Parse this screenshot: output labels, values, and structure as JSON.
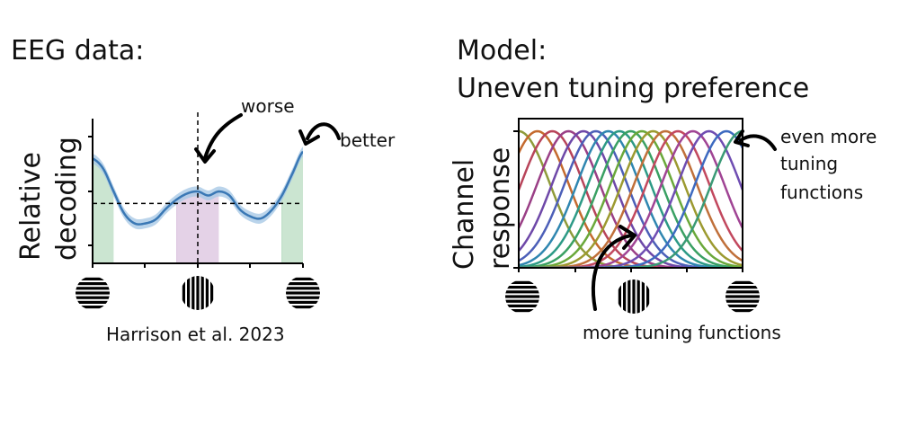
{
  "titles": {
    "left": "EEG data:",
    "right_line1": "Model:",
    "right_line2": "Uneven tuning preference"
  },
  "left_panel": {
    "ylabel_line1": "Relative",
    "ylabel_line2": "decoding",
    "caption": "Harrison et al. 2023",
    "annotation_worse": "worse",
    "annotation_better": "better"
  },
  "right_panel": {
    "ylabel_line1": "Channel",
    "ylabel_line2": "response",
    "annotation_even_more_1": "even more",
    "annotation_even_more_2": "tuning",
    "annotation_even_more_3": "functions",
    "annotation_more": "more tuning functions"
  },
  "icons": {
    "left_x_ticks": [
      "horizontal-grating-icon",
      "vertical-grating-icon",
      "horizontal-grating-icon"
    ],
    "right_x_ticks": [
      "horizontal-grating-icon",
      "vertical-grating-icon",
      "horizontal-grating-icon"
    ]
  },
  "colors": {
    "decoding_line": "#3a78b5",
    "decoding_band": "#a9c9e6",
    "shade_horizontal": "#b9dcc2",
    "shade_vertical": "#dbc3df"
  },
  "chart_data": [
    {
      "type": "line",
      "x": [
        0,
        5,
        10,
        15,
        20,
        25,
        30,
        35,
        40,
        45,
        50,
        55,
        60,
        65,
        70,
        75,
        80,
        85,
        90,
        95,
        100
      ],
      "series": [
        {
          "values": [
            0.45,
            0.35,
            0.12,
            -0.1,
            -0.2,
            -0.2,
            -0.16,
            -0.05,
            0.04,
            0.1,
            0.12,
            0.08,
            0.12,
            0.08,
            -0.06,
            -0.13,
            -0.15,
            -0.07,
            0.08,
            0.3,
            0.52
          ],
          "band": 0.05
        }
      ],
      "xlim": [
        0,
        100
      ],
      "reference_line_y": 0,
      "reference_line_x": 50,
      "shaded_regions": [
        {
          "from": 0,
          "to": 10,
          "color": "#b9dcc2"
        },
        {
          "from": 40,
          "to": 60,
          "color": "#dbc3df"
        },
        {
          "from": 90,
          "to": 100,
          "color": "#b9dcc2"
        }
      ],
      "ylabel": "Relative decoding"
    },
    {
      "type": "line",
      "ylabel": "Channel response",
      "x_range": [
        0,
        180
      ],
      "tuning_curves": {
        "peaks": [
          0,
          15,
          27,
          40,
          52,
          62,
          72,
          81,
          90,
          99,
          108,
          118,
          128,
          140,
          153,
          167,
          180
        ],
        "amplitude": 1,
        "width": 30
      },
      "colors": [
        "#8f9b3a",
        "#c46a2e",
        "#b8445a",
        "#9a3f86",
        "#6e48a8",
        "#4c5fb8",
        "#2f86b0",
        "#2d9a86",
        "#3aa063",
        "#6aa83a",
        "#9c9a30",
        "#c0703a",
        "#c2485e",
        "#a04494",
        "#6f4db2",
        "#3d6ac0",
        "#3a9a76"
      ]
    }
  ]
}
